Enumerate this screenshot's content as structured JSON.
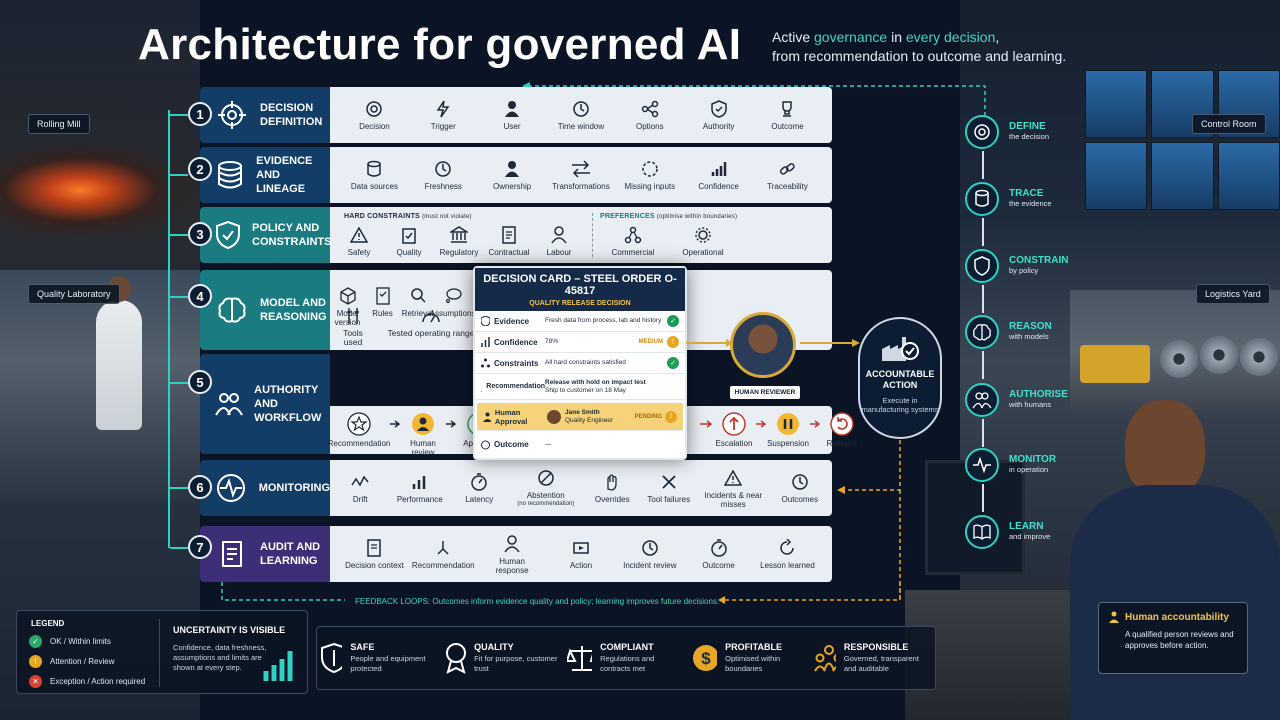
{
  "title": "Architecture for governed AI",
  "subtitle": {
    "line1_a": "Active ",
    "line1_hl1": "governance",
    "line1_b": " in ",
    "line1_hl2": "every decision",
    "line1_c": ",",
    "line2": "from recommendation to outcome and learning."
  },
  "locations": {
    "rolling_mill": "Rolling Mill",
    "quality_lab": "Quality Laboratory",
    "control_room": "Control Room",
    "logistics_yard": "Logistics Yard"
  },
  "rows": [
    {
      "num": "1",
      "label_a": "DECISION",
      "label_b": "DEFINITION",
      "color": "#123d66",
      "items": [
        "Decision",
        "Trigger",
        "User",
        "Time window",
        "Options",
        "Authority",
        "Outcome"
      ]
    },
    {
      "num": "2",
      "label_a": "EVIDENCE AND",
      "label_b": "LINEAGE",
      "color": "#123d66",
      "items": [
        "Data sources",
        "Freshness",
        "Ownership",
        "Transformations",
        "Missing inputs",
        "Confidence",
        "Traceability"
      ]
    },
    {
      "num": "3",
      "label_a": "POLICY AND",
      "label_b": "CONSTRAINTS",
      "color": "#1a7b80",
      "hard_title": "HARD CONSTRAINTS",
      "hard_note": "(must not violate)",
      "pref_title": "PREFERENCES",
      "pref_note": "(optimise within boundaries)",
      "hard_items": [
        "Safety",
        "Quality",
        "Regulatory",
        "Contractual",
        "Labour"
      ],
      "pref_items": [
        "Commercial",
        "Operational"
      ]
    },
    {
      "num": "4",
      "label_a": "MODEL AND",
      "label_b": "REASONING",
      "color": "#1a7b80",
      "items": [
        "Model version",
        "Rules",
        "Retrieval",
        "Assumptions"
      ],
      "items2": [
        "Tools used",
        "Tested operating range"
      ]
    },
    {
      "num": "5",
      "label_a": "AUTHORITY AND",
      "label_b": "WORKFLOW",
      "color": "#123d66",
      "items": [
        "Recommendation",
        "Human review",
        "Approval"
      ],
      "items_right": [
        "Escalation",
        "Suspension",
        "Rollback"
      ]
    },
    {
      "num": "6",
      "label_a": "MONITORING",
      "label_b": "",
      "color": "#123d66",
      "items": [
        "Drift",
        "Performance",
        "Latency",
        "Abstention",
        "Overrides",
        "Tool failures",
        "Incidents & near misses",
        "Outcomes"
      ],
      "abstention_note": "(no recommendation)"
    },
    {
      "num": "7",
      "label_a": "AUDIT AND",
      "label_b": "LEARNING",
      "color": "#3c2f78",
      "items": [
        "Decision context",
        "Recommendation",
        "Human response",
        "Action",
        "Incident review",
        "Outcome",
        "Lesson learned"
      ]
    }
  ],
  "card": {
    "title": "DECISION CARD – STEEL ORDER O-45817",
    "subtitle": "QUALITY RELEASE DECISION",
    "rows": [
      {
        "key": "Evidence",
        "value": "Fresh data from process, lab and history"
      },
      {
        "key": "Confidence",
        "value": "78%",
        "badge": "MEDIUM"
      },
      {
        "key": "Constraints",
        "value": "All hard constraints satisfied"
      },
      {
        "key": "Recommendation",
        "value": "Release with hold on impact test",
        "value2": "Ship to customer on 18 May"
      },
      {
        "key": "Human Approval",
        "value": "Jane Smith",
        "value2": "Quality Engineer",
        "badge": "PENDING"
      },
      {
        "key": "Outcome",
        "value": "—"
      }
    ]
  },
  "reviewer_label": "HUMAN REVIEWER",
  "action": {
    "title": "ACCOUNTABLE ACTION",
    "desc": "Execute in manufacturing systems"
  },
  "flow": [
    {
      "title": "DEFINE",
      "desc": "the decision"
    },
    {
      "title": "TRACE",
      "desc": "the evidence"
    },
    {
      "title": "CONSTRAIN",
      "desc": "by policy"
    },
    {
      "title": "REASON",
      "desc": "with models"
    },
    {
      "title": "AUTHORISE",
      "desc": "with humans"
    },
    {
      "title": "MONITOR",
      "desc": "in operation"
    },
    {
      "title": "LEARN",
      "desc": "and improve"
    }
  ],
  "feedback": "FEEDBACK LOOPS: Outcomes inform evidence quality and policy; learning improves future decisions.",
  "legend": {
    "title": "LEGEND",
    "items": [
      "OK / Within limits",
      "Attention / Review",
      "Exception / Action required"
    ],
    "colors": [
      "#2aa865",
      "#e7a623",
      "#d8402f"
    ],
    "uncertainty_title": "UNCERTAINTY IS VISIBLE",
    "uncertainty_desc": "Confidence, data freshness, assumptions and limits are shown at every step."
  },
  "outcomes": [
    {
      "title": "SAFE",
      "desc": "People and equipment protected"
    },
    {
      "title": "QUALITY",
      "desc": "Fit for purpose, customer trust"
    },
    {
      "title": "COMPLIANT",
      "desc": "Regulations and contracts met"
    },
    {
      "title": "PROFITABLE",
      "desc": "Optimised within boundaries"
    },
    {
      "title": "RESPONSIBLE",
      "desc": "Governed, transparent and auditable"
    }
  ],
  "human_acc": {
    "title": "Human accountability",
    "desc": "A qualified person reviews and approves before action."
  },
  "colors": {
    "accent": "#2fd1c3",
    "gold": "#f2c24a",
    "navy": "#123d66",
    "teal": "#1a7b80",
    "purple": "#3c2f78"
  }
}
